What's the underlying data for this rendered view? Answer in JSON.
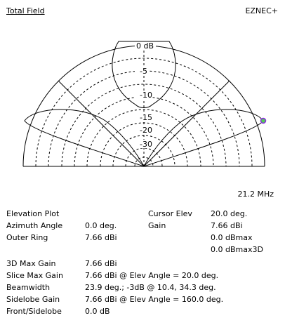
{
  "header": {
    "title": "Total Field",
    "brand": "EZNEC+"
  },
  "plot": {
    "ring_labels": [
      "0 dB",
      "-5",
      "-10",
      "-15",
      "-20",
      "-30"
    ],
    "frequency": "21.2 MHz",
    "trace_color": "#000000",
    "cursor_marker_color": "#8a2be2",
    "cursor_marker_fill": "#55cc55"
  },
  "info": {
    "plot_type": "Elevation Plot",
    "azimuth_angle_label": "Azimuth Angle",
    "azimuth_angle_value": "0.0 deg.",
    "outer_ring_label": "Outer Ring",
    "outer_ring_value": "7.66 dBi",
    "cursor_elev_label": "Cursor Elev",
    "cursor_elev_value": "20.0 deg.",
    "gain_label": "Gain",
    "gain_value_dbi": "7.66 dBi",
    "gain_value_dbmax": "0.0 dBmax",
    "gain_value_dbmax3d": "0.0 dBmax3D",
    "max_gain_3d_label": "3D Max Gain",
    "max_gain_3d_value": "7.66 dBi",
    "slice_max_gain_label": "Slice Max Gain",
    "slice_max_gain_value": "7.66 dBi @ Elev Angle = 20.0 deg.",
    "beamwidth_label": "Beamwidth",
    "beamwidth_value": "23.9 deg.; -3dB @ 10.4, 34.3 deg.",
    "sidelobe_gain_label": "Sidelobe Gain",
    "sidelobe_gain_value": "7.66 dBi @ Elev Angle = 160.0 deg.",
    "front_sidelobe_label": "Front/Sidelobe",
    "front_sidelobe_value": "0.0 dB"
  }
}
